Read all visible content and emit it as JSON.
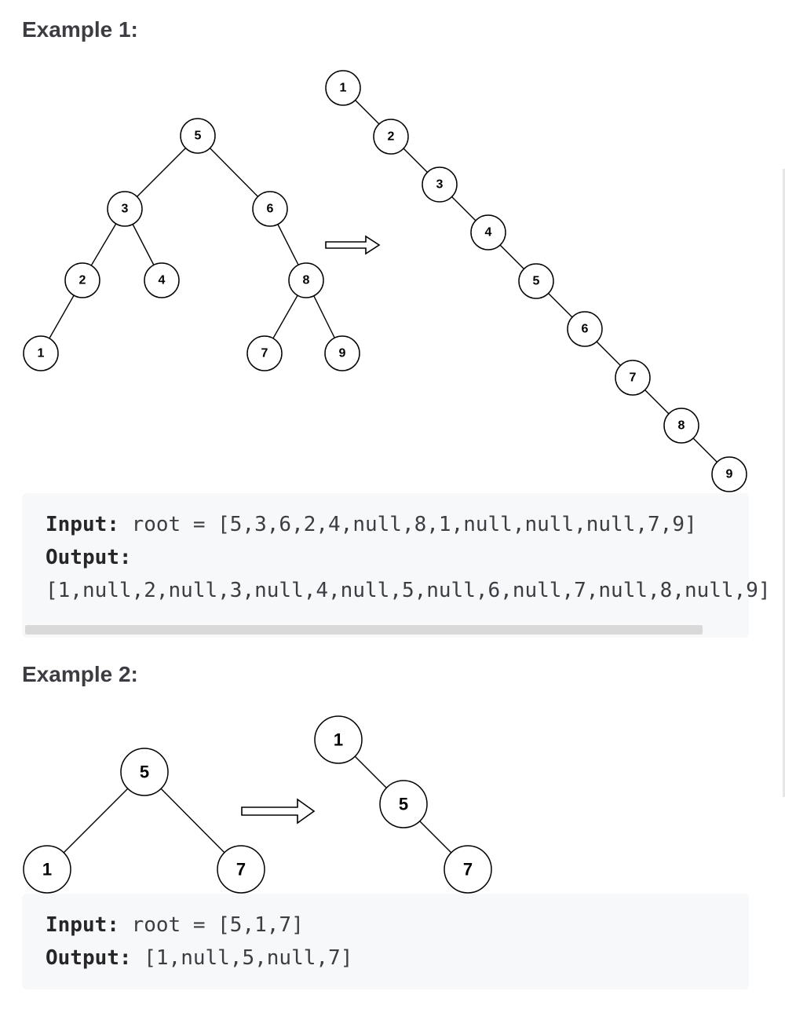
{
  "examples": [
    {
      "title": "Example 1:",
      "input_label": "Input:",
      "input_value": "root = [5,3,6,2,4,null,8,1,null,null,null,7,9]",
      "output_label": "Output:",
      "output_value": "[1,null,2,null,3,null,4,null,5,null,6,null,7,null,8,null,9]",
      "tree_before": [
        "5",
        "3",
        "6",
        "2",
        "4",
        "8",
        "1",
        "7",
        "9"
      ],
      "tree_after": [
        "1",
        "2",
        "3",
        "4",
        "5",
        "6",
        "7",
        "8",
        "9"
      ]
    },
    {
      "title": "Example 2:",
      "input_label": "Input:",
      "input_value": "root = [5,1,7]",
      "output_label": "Output:",
      "output_value": "[1,null,5,null,7]",
      "tree_before": [
        "5",
        "1",
        "7"
      ],
      "tree_after": [
        "1",
        "5",
        "7"
      ]
    }
  ]
}
